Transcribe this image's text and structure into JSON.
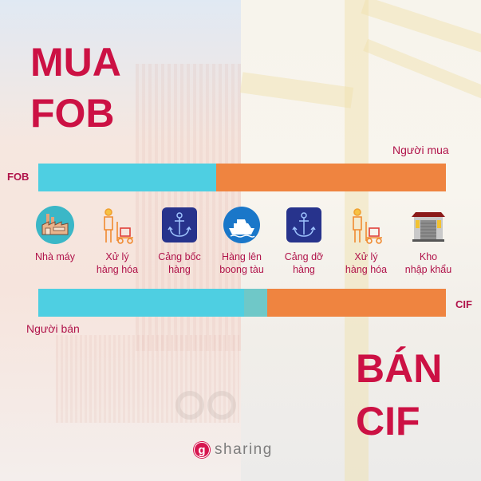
{
  "headline_buy": {
    "line1": "MUA",
    "line2": "FOB"
  },
  "headline_sell": {
    "line1": "BÁN",
    "line2": "CIF"
  },
  "fob_bar": {
    "label": "FOB",
    "party_label": "Người mua",
    "segments": [
      {
        "role": "seller",
        "color": "#4ecfe2"
      },
      {
        "role": "buyer",
        "color": "#ef8440"
      }
    ]
  },
  "cif_bar": {
    "label": "CIF",
    "party_label": "Người bán",
    "segments": [
      {
        "role": "seller",
        "color": "#4ecfe2"
      },
      {
        "role": "buyer",
        "color": "#ef8440"
      }
    ]
  },
  "steps": [
    {
      "icon": "factory-icon",
      "label": "Nhà máy"
    },
    {
      "icon": "worker-forklift-icon",
      "label": "Xử lý\nhàng hóa"
    },
    {
      "icon": "anchor-icon",
      "label": "Cảng bốc\nhàng"
    },
    {
      "icon": "ship-icon",
      "label": "Hàng lên\nboong tàu"
    },
    {
      "icon": "anchor-icon",
      "label": "Cảng dỡ\nhàng"
    },
    {
      "icon": "worker-forklift-icon",
      "label": "Xử lý\nhàng hóa"
    },
    {
      "icon": "warehouse-icon",
      "label": "Kho\nnhập khẩu"
    }
  ],
  "brand": {
    "mark": "g",
    "name": "sharing"
  },
  "colors": {
    "accent": "#cc1144",
    "cyan": "#4ecfe2",
    "orange": "#ef8440",
    "navy": "#2b3a8f",
    "ship_blue": "#1a77c9"
  }
}
